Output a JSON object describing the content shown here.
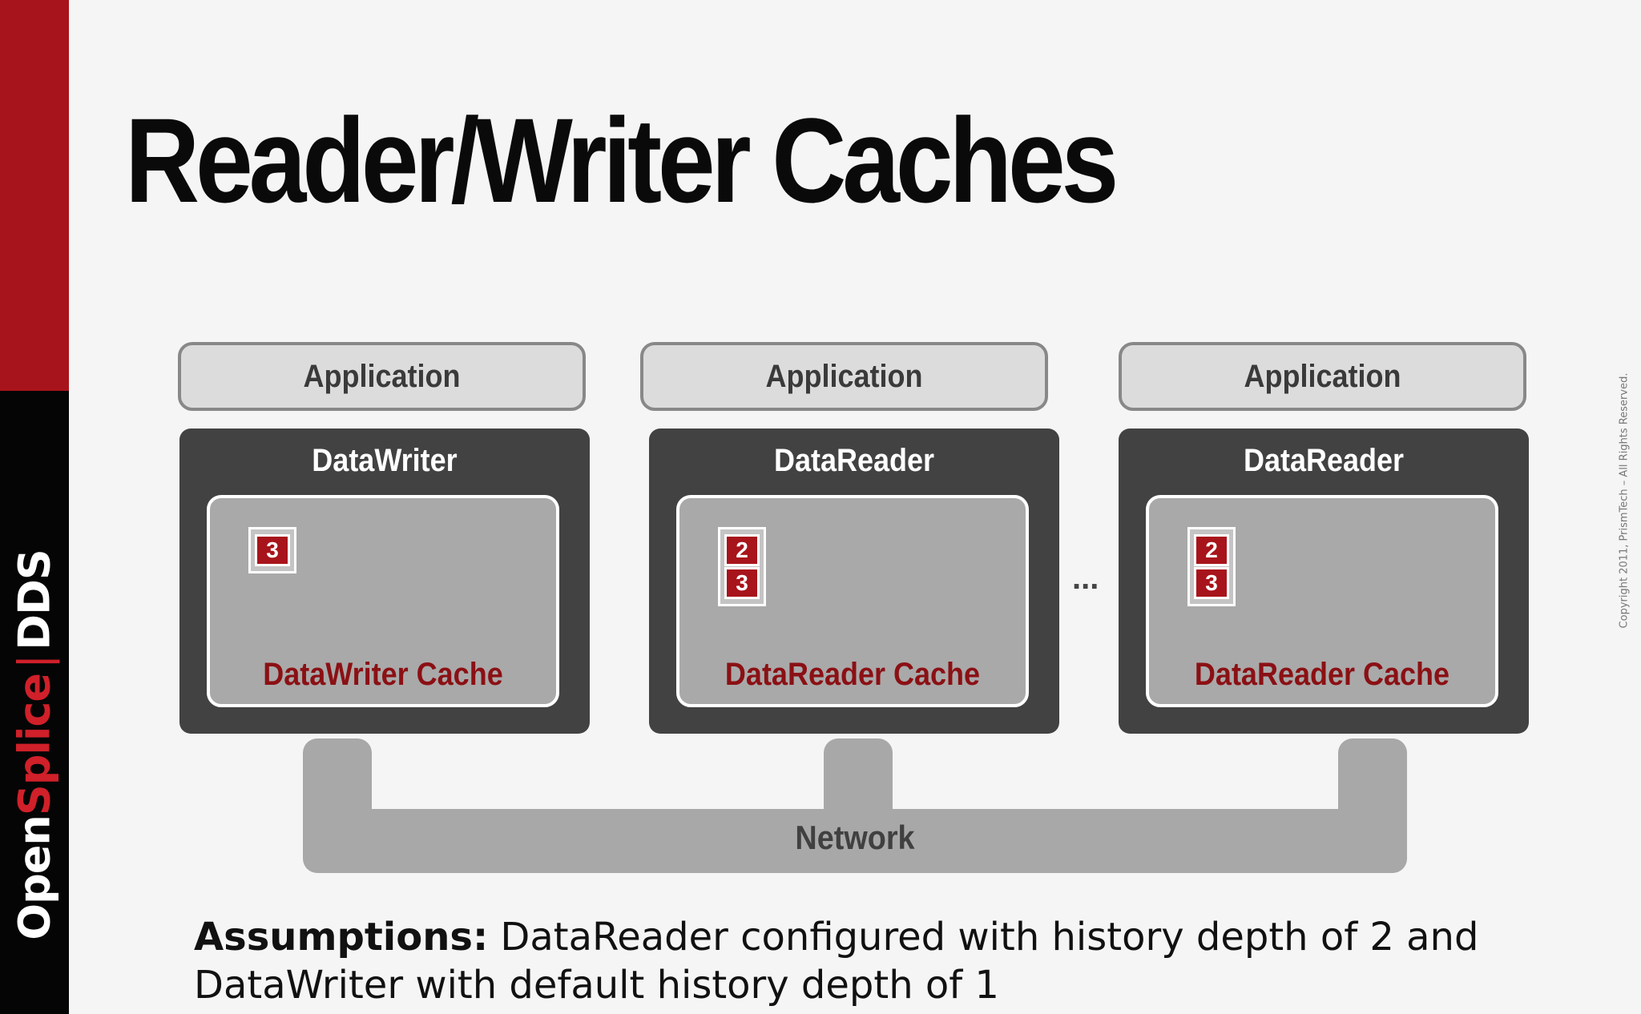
{
  "brand": {
    "open": "Open",
    "splice": "Splice",
    "separator": "|",
    "dds": "DDS"
  },
  "title": "Reader/Writer Caches",
  "columns": [
    {
      "application": "Application",
      "entity": "DataWriter",
      "cache": "DataWriter Cache",
      "samples": [
        "3"
      ]
    },
    {
      "application": "Application",
      "entity": "DataReader",
      "cache": "DataReader Cache",
      "samples": [
        "2",
        "3"
      ]
    },
    {
      "application": "Application",
      "entity": "DataReader",
      "cache": "DataReader Cache",
      "samples": [
        "2",
        "3"
      ]
    }
  ],
  "ellipsis": "...",
  "network": "Network",
  "copyright": "Copyright 2011, PrismTech –  All Rights Reserved.",
  "assumptions": {
    "label": "Assumptions:",
    "line1": "DataReader configured with history depth of 2 and",
    "line2": "DataWriter with default history depth of 1"
  },
  "colors": {
    "brand_red": "#a8141b",
    "cache_label": "#8b1014",
    "entity_bg": "#424242",
    "cache_bg": "#a9a9a9",
    "network": "#a8a8a8"
  }
}
